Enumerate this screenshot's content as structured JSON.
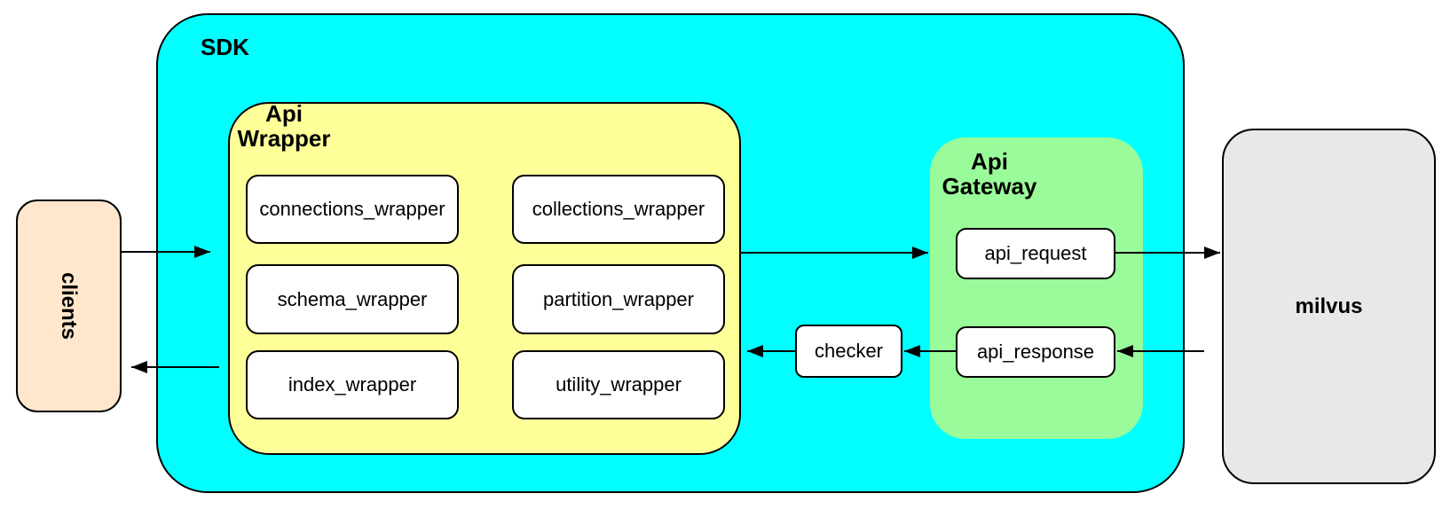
{
  "diagram": {
    "clients": {
      "label": "clients"
    },
    "sdk": {
      "label": "SDK"
    },
    "api_wrapper": {
      "label_line1": "Api",
      "label_line2": "Wrapper",
      "modules": [
        "connections_wrapper",
        "collections_wrapper",
        "schema_wrapper",
        "partition_wrapper",
        "index_wrapper",
        "utility_wrapper"
      ]
    },
    "checker": {
      "label": "checker"
    },
    "api_gateway": {
      "label_line1": "Api",
      "label_line2": "Gateway",
      "request_label": "api_request",
      "response_label": "api_response"
    },
    "milvus": {
      "label": "milvus"
    },
    "colors": {
      "sdk_fill": "#00FFFF",
      "api_wrapper_fill": "#FFFF99",
      "api_gateway_fill": "#9AFB9A",
      "clients_fill": "#FFE6CC",
      "milvus_fill": "#E8E8E8",
      "module_fill": "#FFFFFF",
      "border": "#000000"
    },
    "connections": [
      {
        "from": "clients",
        "to": "sdk"
      },
      {
        "from": "api_wrapper",
        "to": "clients"
      },
      {
        "from": "api_wrapper",
        "to": "api_gateway"
      },
      {
        "from": "api_request",
        "to": "milvus"
      },
      {
        "from": "milvus",
        "to": "api_response"
      },
      {
        "from": "api_response",
        "to": "checker"
      },
      {
        "from": "checker",
        "to": "api_wrapper"
      }
    ]
  }
}
